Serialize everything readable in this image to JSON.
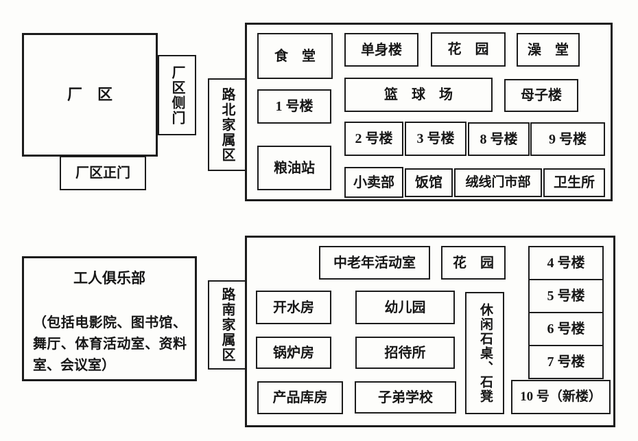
{
  "diagram": {
    "ink_color": "#1b1b1b",
    "paper_color": "#fdfdfb",
    "factory": {
      "area": "厂　区",
      "side_gate": "厂区侧门",
      "main_gate": "厂区正门"
    },
    "north": {
      "label": "路北家属区",
      "canteen": "食　堂",
      "singles_building": "单身楼",
      "garden": "花　园",
      "bathhouse": "澡　堂",
      "building_1": "1 号楼",
      "basketball_court": "篮　球　场",
      "mother_child_building": "母子楼",
      "grain_oil_station": "粮油站",
      "building_row": [
        "2 号楼",
        "3 号楼",
        "8 号楼",
        "9 号楼"
      ],
      "shop_row": [
        "小卖部",
        "饭馆",
        "绒线门市部",
        "卫生所"
      ]
    },
    "club": {
      "title": "工人俱乐部",
      "description": "（包括电影院、图书馆、舞厅、体育活动室、资料室、会议室）"
    },
    "south": {
      "label": "路南家属区",
      "activity_room": "中老年活动室",
      "garden": "花　园",
      "building_col": [
        "4 号楼",
        "5 号楼",
        "6 号楼",
        "7 号楼"
      ],
      "boiling_water_room": "开水房",
      "kindergarten": "幼儿园",
      "boiler_room": "锅炉房",
      "guest_house": "招待所",
      "product_warehouse": "产品库房",
      "children_school": "子弟学校",
      "stone_tables": "休闲石桌、石凳",
      "building_10": "10 号（新楼）"
    }
  }
}
